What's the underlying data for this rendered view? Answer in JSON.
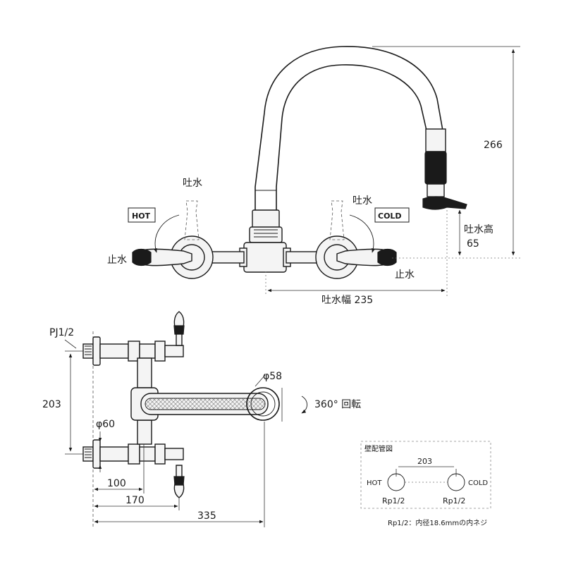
{
  "front_view": {
    "spout_label_left": "吐水",
    "spout_label_right": "吐水",
    "hot_label": "HOT",
    "cold_label": "COLD",
    "stop_label_left": "止水",
    "stop_label_right": "止水",
    "height_266": "266",
    "spout_height_label": "吐水高",
    "spout_height_value": "65",
    "spout_width": "吐水幅 235"
  },
  "plan_view": {
    "pj_label": "PJ1/2",
    "dim_203": "203",
    "dia_58": "φ58",
    "rotation": "360°  回転",
    "dia_60": "φ60",
    "dim_100": "100",
    "dim_170": "170",
    "dim_335": "335"
  },
  "wall_piping": {
    "title": "壁配管図",
    "spacing": "203",
    "hot": "HOT",
    "cold": "COLD",
    "rp_left": "Rp1/2",
    "rp_right": "Rp1/2",
    "note": "Rp1/2：内径18.6mmの内ネジ"
  }
}
